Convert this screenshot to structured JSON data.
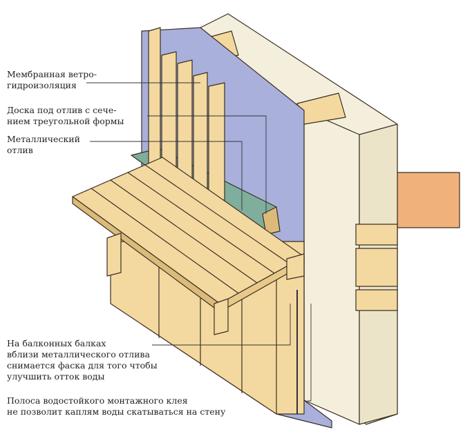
{
  "labels": {
    "membrane": "Мембранная ветро-\nгидроизоляция",
    "board": "Доска под отлив с сече-\nнием треугольной формы",
    "flashing": "Металлический\nотлив",
    "beams": "На балконных балках\nвблизи металлического отлива\nснимается фаска для того чтобы\nулучшить отток воды",
    "glue": "Полоса водостойкого монтажного клея\nне позволит каплям воды скатываться на стену"
  },
  "colors": {
    "wood": "#f3d9a0",
    "wood_dark": "#dcbb7a",
    "membrane": "#a9b0dc",
    "insulation": "#f4efdc",
    "flashing": "#7fae9c",
    "slab": "#f0b27a",
    "outline": "#3a2e20"
  }
}
